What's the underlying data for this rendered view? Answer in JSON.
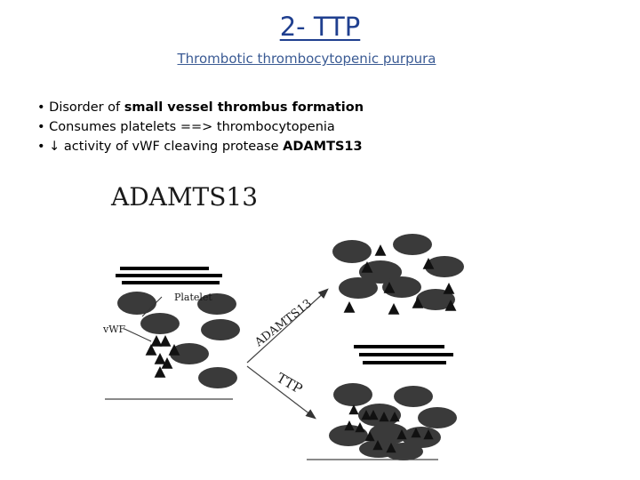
{
  "slide": {
    "title": "2- TTP",
    "subtitle": "Thrombotic thrombocytopenic purpura ",
    "bullets": [
      {
        "prefix": "• Disorder of ",
        "bold": "small vessel thrombus formation",
        "suffix": ""
      },
      {
        "prefix": "• Consumes platelets ==> thrombocytopenia",
        "bold": "",
        "suffix": ""
      },
      {
        "prefix": "• ↓ activity of vWF cleaving protease ",
        "bold": "ADAMTS13",
        "suffix": ""
      }
    ]
  },
  "figure": {
    "heading": "ADAMTS13",
    "platelet_label": "Platelet",
    "vwf_label": "vWF",
    "upper_arrow_label": "ADAMTS13",
    "lower_arrow_label": "TTP",
    "colors": {
      "platelet": "#3a3a3a",
      "vwf": "#111111",
      "line": "#000000"
    }
  }
}
